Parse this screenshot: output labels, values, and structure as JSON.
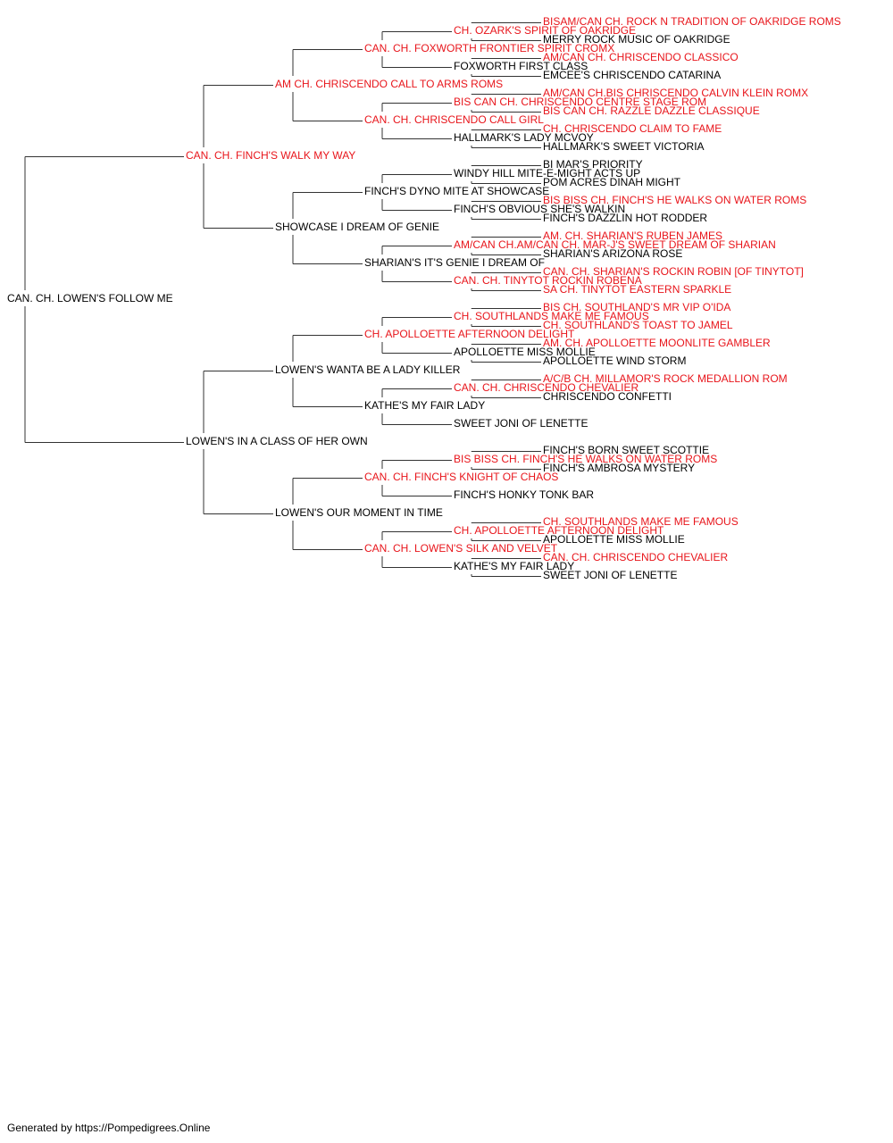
{
  "colors": {
    "titled": "#e8151b",
    "untitled": "#000000",
    "line": "#333333"
  },
  "pedigree": {
    "name": "CAN. CH. LOWEN'S FOLLOW ME",
    "titled": false,
    "sire": {
      "name": "CAN. CH. FINCH'S WALK MY WAY",
      "titled": true,
      "sire": {
        "name": "AM CH. CHRISCENDO CALL TO ARMS ROMS",
        "titled": true,
        "sire": {
          "name": "CAN. CH. FOXWORTH FRONTIER SPIRIT CROMX",
          "titled": true,
          "sire": {
            "name": "CH. OZARK'S SPIRIT OF OAKRIDGE",
            "titled": true,
            "sire": {
              "name": "BISAM/CAN CH. ROCK N TRADITION OF OAKRIDGE ROMS",
              "titled": true
            },
            "dam": {
              "name": "MERRY ROCK MUSIC OF OAKRIDGE",
              "titled": false
            }
          },
          "dam": {
            "name": "FOXWORTH FIRST CLASS",
            "titled": false,
            "sire": {
              "name": "AM/CAN CH. CHRISCENDO CLASSICO",
              "titled": true
            },
            "dam": {
              "name": "EMCEE'S CHRISCENDO CATARINA",
              "titled": false
            }
          }
        },
        "dam": {
          "name": "CAN. CH. CHRISCENDO CALL GIRL",
          "titled": true,
          "sire": {
            "name": "BIS CAN CH. CHRISCENDO CENTRE STAGE ROM",
            "titled": true,
            "sire": {
              "name": "AM/CAN CH.BIS CHRISCENDO CALVIN KLEIN ROMX",
              "titled": true
            },
            "dam": {
              "name": "BIS CAN CH. RAZZLE DAZZLE CLASSIQUE",
              "titled": true
            }
          },
          "dam": {
            "name": "HALLMARK'S LADY MCVOY",
            "titled": false,
            "sire": {
              "name": "CH. CHRISCENDO CLAIM TO FAME",
              "titled": true
            },
            "dam": {
              "name": "HALLMARK'S SWEET VICTORIA",
              "titled": false
            }
          }
        }
      },
      "dam": {
        "name": "SHOWCASE I DREAM OF GENIE",
        "titled": false,
        "sire": {
          "name": "FINCH'S DYNO MITE AT SHOWCASE",
          "titled": false,
          "sire": {
            "name": "WINDY HILL MITE-E-MIGHT ACTS UP",
            "titled": false,
            "sire": {
              "name": "BI MAR'S PRIORITY",
              "titled": false
            },
            "dam": {
              "name": "POM ACRES DINAH MIGHT",
              "titled": false
            }
          },
          "dam": {
            "name": "FINCH'S OBVIOUS SHE'S WALKIN",
            "titled": false,
            "sire": {
              "name": "BIS BISS CH. FINCH'S HE WALKS ON WATER ROMS",
              "titled": true
            },
            "dam": {
              "name": "FINCH'S DAZZLIN HOT RODDER",
              "titled": false
            }
          }
        },
        "dam": {
          "name": "SHARIAN'S IT'S GENIE I DREAM OF",
          "titled": false,
          "sire": {
            "name": "AM/CAN CH.AM/CAN CH. MAR-J'S SWEET DREAM OF SHARIAN",
            "titled": true,
            "sire": {
              "name": "AM. CH. SHARIAN'S RUBEN JAMES",
              "titled": true
            },
            "dam": {
              "name": "SHARIAN'S ARIZONA ROSE",
              "titled": false
            }
          },
          "dam": {
            "name": "CAN. CH. TINYTOT ROCKIN ROBENA",
            "titled": true,
            "sire": {
              "name": "CAN. CH. SHARIAN'S ROCKIN ROBIN [OF TINYTOT]",
              "titled": true
            },
            "dam": {
              "name": "SA CH. TINYTOT EASTERN SPARKLE",
              "titled": true
            }
          }
        }
      }
    },
    "dam": {
      "name": "LOWEN'S IN A CLASS OF HER OWN",
      "titled": false,
      "sire": {
        "name": "LOWEN'S WANTA BE A LADY KILLER",
        "titled": false,
        "sire": {
          "name": "CH. APOLLOETTE AFTERNOON DELIGHT",
          "titled": true,
          "sire": {
            "name": "CH. SOUTHLANDS MAKE ME FAMOUS",
            "titled": true,
            "sire": {
              "name": "BIS CH. SOUTHLAND'S MR VIP O'IDA",
              "titled": true
            },
            "dam": {
              "name": "CH. SOUTHLAND'S TOAST TO JAMEL",
              "titled": true
            }
          },
          "dam": {
            "name": "APOLLOETTE MISS MOLLIE",
            "titled": false,
            "sire": {
              "name": "AM. CH. APOLLOETTE MOONLITE GAMBLER",
              "titled": true
            },
            "dam": {
              "name": "APOLLOETTE WIND STORM",
              "titled": false
            }
          }
        },
        "dam": {
          "name": "KATHE'S MY FAIR LADY",
          "titled": false,
          "sire": {
            "name": "CAN. CH. CHRISCENDO CHEVALIER",
            "titled": true,
            "sire": {
              "name": "A/C/B CH. MILLAMOR'S ROCK MEDALLION ROM",
              "titled": true
            },
            "dam": {
              "name": "CHRISCENDO CONFETTI",
              "titled": false
            }
          },
          "dam": {
            "name": "SWEET JONI OF LENETTE",
            "titled": false
          }
        }
      },
      "dam": {
        "name": "LOWEN'S OUR MOMENT IN TIME",
        "titled": false,
        "sire": {
          "name": "CAN. CH. FINCH'S KNIGHT OF CHAOS",
          "titled": true,
          "sire": {
            "name": "BIS BISS CH. FINCH'S HE WALKS ON WATER ROMS",
            "titled": true,
            "sire": {
              "name": "FINCH'S BORN SWEET SCOTTIE",
              "titled": false
            },
            "dam": {
              "name": "FINCH'S AMBROSA MYSTERY",
              "titled": false
            }
          },
          "dam": {
            "name": "FINCH'S HONKY TONK BAR",
            "titled": false
          }
        },
        "dam": {
          "name": "CAN. CH. LOWEN'S SILK AND VELVET",
          "titled": true,
          "sire": {
            "name": "CH. APOLLOETTE AFTERNOON DELIGHT",
            "titled": true,
            "sire": {
              "name": "CH. SOUTHLANDS MAKE ME FAMOUS",
              "titled": true
            },
            "dam": {
              "name": "APOLLOETTE MISS MOLLIE",
              "titled": false
            }
          },
          "dam": {
            "name": "KATHE'S MY FAIR LADY",
            "titled": false,
            "sire": {
              "name": "CAN. CH. CHRISCENDO CHEVALIER",
              "titled": true
            },
            "dam": {
              "name": "SWEET JONI OF LENETTE",
              "titled": false
            }
          }
        }
      }
    }
  },
  "footer": {
    "text": "Generated by https://Pompedigrees.Online"
  }
}
